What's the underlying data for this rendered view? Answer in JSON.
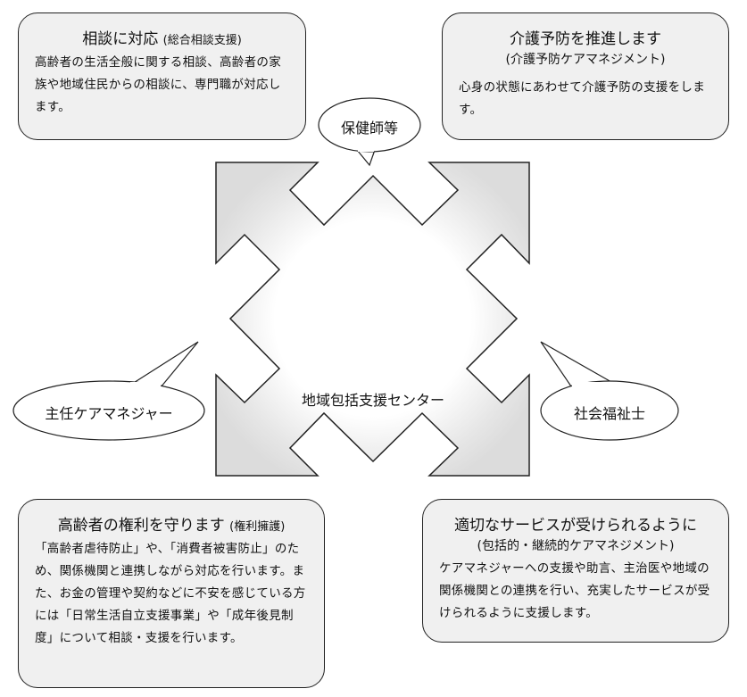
{
  "center": {
    "label": "地域包括支援センター"
  },
  "roles": {
    "top": "保健師等",
    "left": "主任ケアマネジャー",
    "right": "社会福祉士"
  },
  "boxes": {
    "consult": {
      "title": "相談に対応",
      "subtitle": "(総合相談支援)",
      "body": "高齢者の生活全般に関する相談、高齢者の家族や地域住民からの相談に、専門職が対応します。"
    },
    "prevention": {
      "title": "介護予防を推進します",
      "subtitle": "(介護予防ケアマネジメント)",
      "body": "心身の状態にあわせて介護予防の支援をします。"
    },
    "rights": {
      "title": "高齢者の権利を守ります",
      "subtitle": "(権利擁護)",
      "body": "「高齢者虐待防止」や、「消費者被害防止」のため、関係機関と連携しながら対応を行います。また、お金の管理や契約などに不安を感じている方には「日常生活自立支援事業」や「成年後見制度」について相談・支援を行います。"
    },
    "services": {
      "title": "適切なサービスが受けられるように",
      "subtitle": "(包括的・継続的ケアマネジメント)",
      "body": "ケアマネジャーへの支援や助言、主治医や地域の関係機関との連携を行い、充実したサービスが受けられるように支援します。"
    }
  },
  "colors": {
    "box_fill": "#f0f0f0",
    "corner_fill": "#dcdcdc",
    "stroke": "#222222"
  }
}
